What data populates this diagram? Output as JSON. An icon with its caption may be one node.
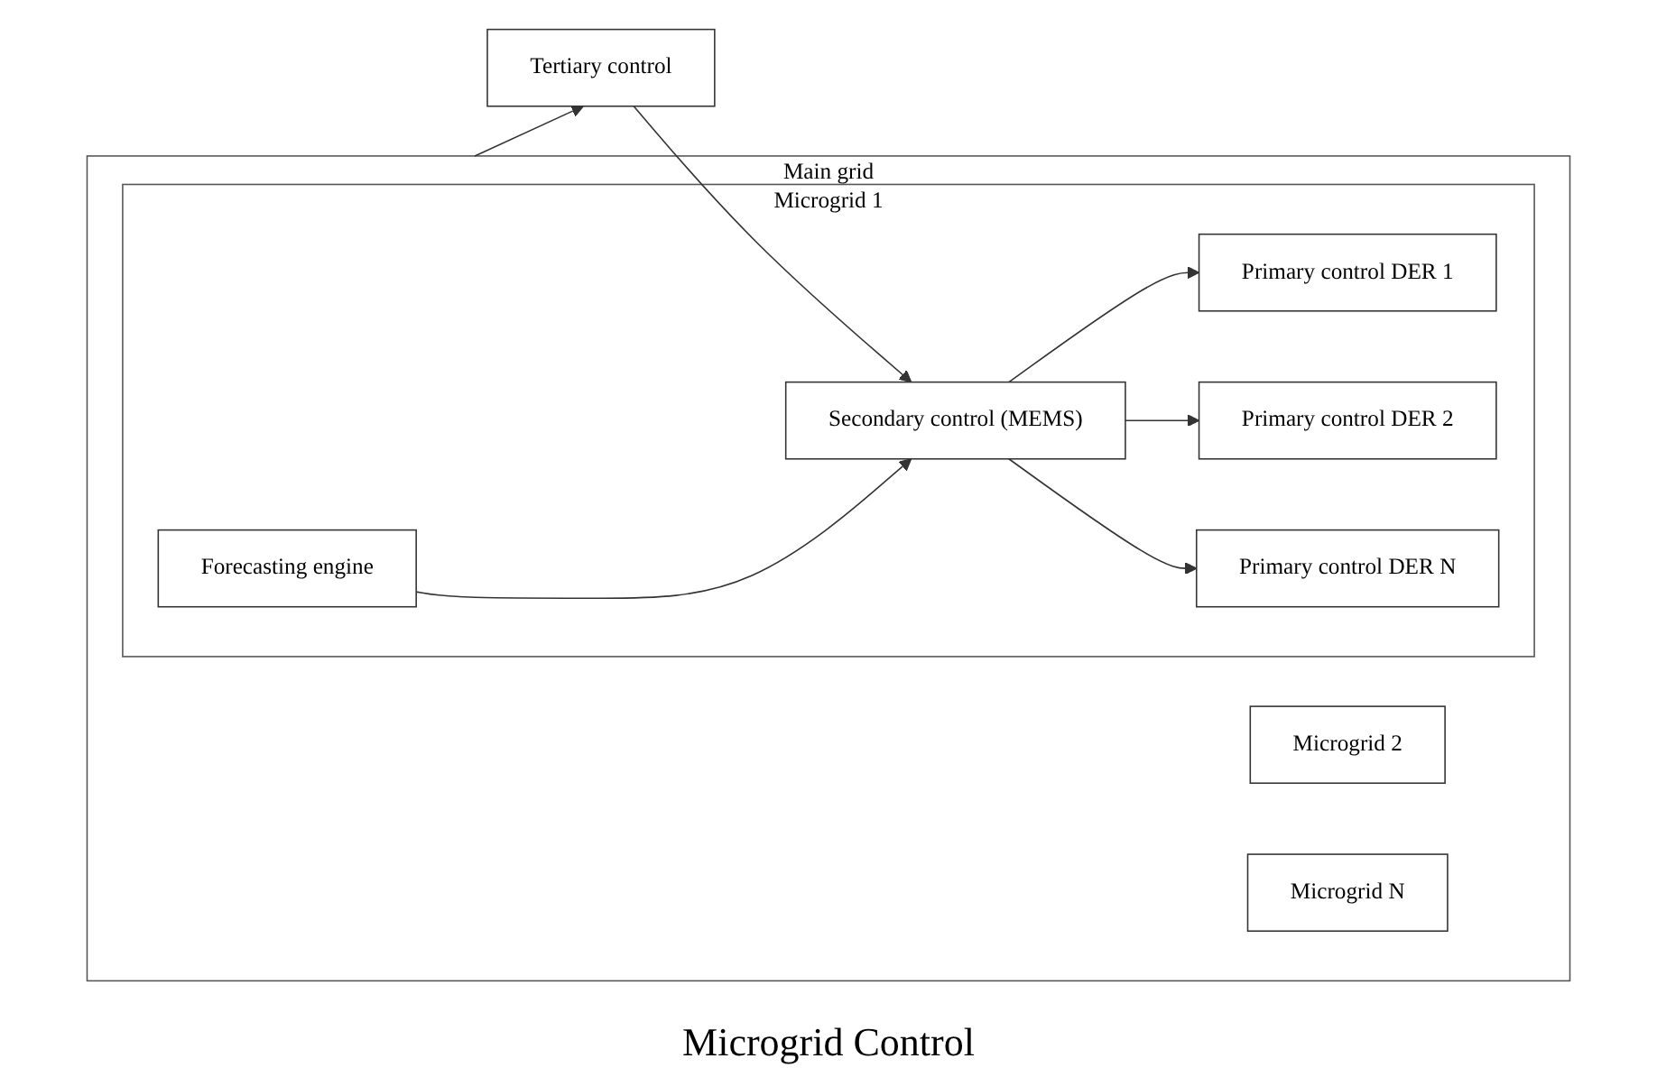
{
  "diagram": {
    "caption": "Microgrid Control",
    "nodes": [
      {
        "text": [
          "Tertiary control"
        ]
      },
      {
        "text": [
          "Main grid"
        ]
      },
      {
        "text": [
          "Microgrid 1"
        ],
        "in": 1
      },
      {
        "text": [
          "Forecasting engine"
        ],
        "in": 2
      },
      {
        "text": [
          "Secondary control (MEMS)"
        ],
        "in": 2
      },
      {
        "text": [
          "Primary control DER 1"
        ],
        "in": 2
      },
      {
        "text": [
          "Primary control DER 2"
        ],
        "in": 2
      },
      {
        "text": [
          "Primary control DER N"
        ],
        "in": 2
      },
      {
        "text": [
          "Microgrid 2"
        ],
        "in": 1
      },
      {
        "text": [
          "Microgrid N"
        ],
        "in": 1
      }
    ],
    "edges": [
      {
        "from": 0,
        "to": 4,
        "arrow": "to"
      },
      {
        "from": 3,
        "to": 4,
        "arrow": "to"
      },
      {
        "from": 4,
        "to": 5,
        "arrow": "to"
      },
      {
        "from": 4,
        "to": 6,
        "arrow": "to"
      },
      {
        "from": 4,
        "to": 7,
        "arrow": "to"
      },
      {
        "from": 1,
        "to": 0,
        "arrow": "to"
      }
    ]
  }
}
